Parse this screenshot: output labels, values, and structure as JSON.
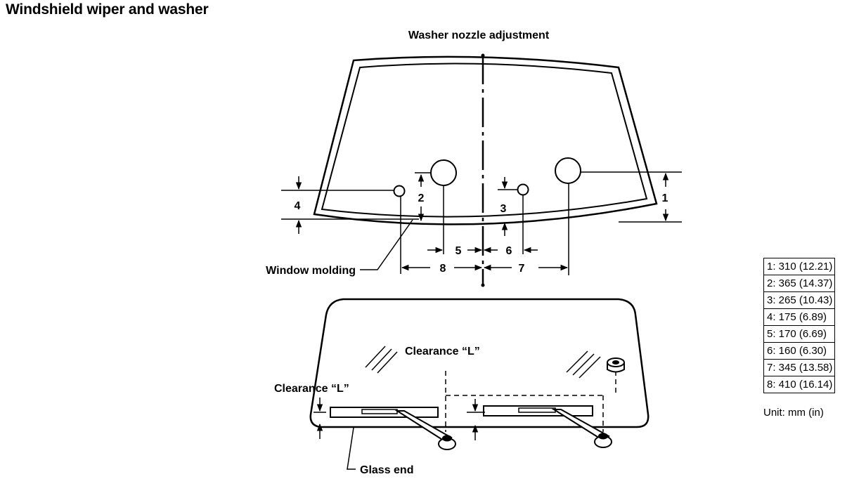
{
  "page_title": "Windshield wiper and washer",
  "diagram": {
    "subtitle": "Washer nozzle adjustment",
    "dimension_labels": [
      "1",
      "2",
      "3",
      "4",
      "5",
      "6",
      "7",
      "8"
    ],
    "callouts": {
      "window_molding": "Window molding",
      "clearance_left": "Clearance “L”",
      "clearance_right": "Clearance “L”",
      "glass_end": "Glass end"
    }
  },
  "specs": {
    "rows": [
      "1: 310 (12.21)",
      "2: 365 (14.37)",
      "3: 265 (10.43)",
      "4: 175 (6.89)",
      "5: 170 (6.69)",
      "6: 160 (6.30)",
      "7: 345 (13.58)",
      "8: 410 (16.14)"
    ],
    "unit": "Unit: mm (in)"
  }
}
